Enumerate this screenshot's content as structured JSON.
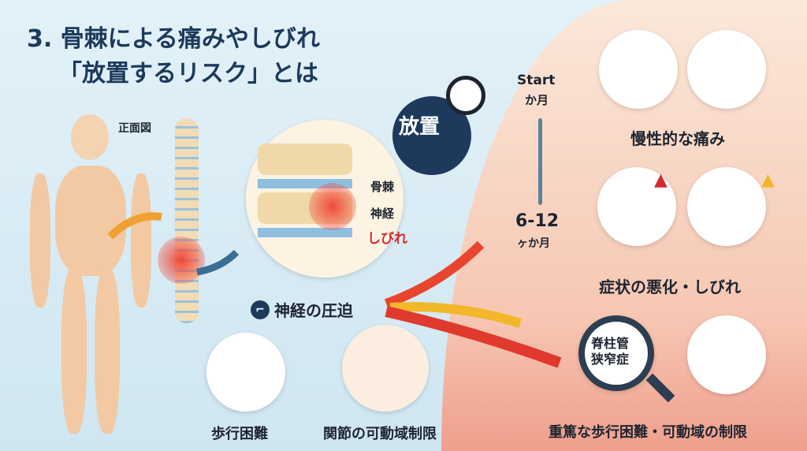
{
  "title": {
    "line1": "3. 骨棘による痛みやしびれ",
    "line2": "「放置するリスク」とは"
  },
  "front_view": "正面図",
  "spine_labels": {
    "bone_spur": "骨棘",
    "nerve": "神経",
    "numbness": "しびれ"
  },
  "nerve_compression": "神経の圧迫",
  "neglect": "放置",
  "timeline": {
    "start": "Start",
    "start_unit": "か月",
    "end": "6-12",
    "end_unit": "ヶか月"
  },
  "outcomes": {
    "chronic_pain": "慢性的な痛み",
    "worsening": "症状の悪化・しびれ",
    "stenosis": "脊柱管\n狭窄症",
    "severe": "重篤な歩行困難・可動域の制限",
    "walking": "歩行困難",
    "joint": "関節の可動域制限"
  },
  "colors": {
    "title": "#1d3a5c",
    "numbness": "#d8282c",
    "accent": "#e8452e"
  }
}
